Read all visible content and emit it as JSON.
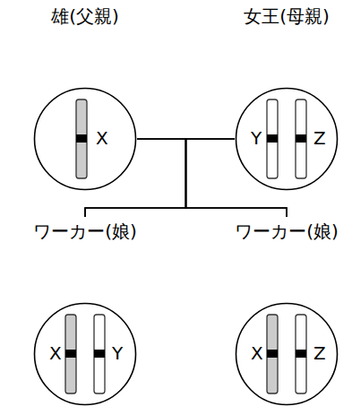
{
  "diagram": {
    "nodes": [
      {
        "text": [
          "雄(父親)",
          "X"
        ]
      },
      {
        "text": [
          "女王(母親)",
          "Y",
          "Z"
        ]
      },
      {
        "text": [
          "ワーカー(娘)",
          "X",
          "Y"
        ]
      },
      {
        "text": [
          "ワーカー(娘)",
          "X",
          "Z"
        ]
      }
    ],
    "edges": [
      {
        "from": 0,
        "to": 2,
        "arrow": "none"
      },
      {
        "from": 0,
        "to": 3,
        "arrow": "none"
      },
      {
        "from": 1,
        "to": 2,
        "arrow": "none"
      },
      {
        "from": 1,
        "to": 3,
        "arrow": "none"
      }
    ]
  }
}
